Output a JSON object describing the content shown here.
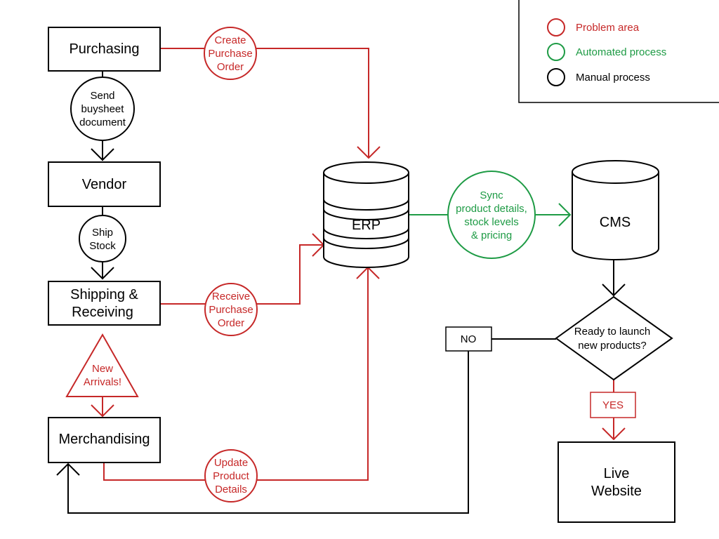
{
  "legend": {
    "problem": {
      "label": "Problem area",
      "color": "#c62828"
    },
    "automated": {
      "label": "Automated process",
      "color": "#1e9b45"
    },
    "manual": {
      "label": "Manual process",
      "color": "#000000"
    }
  },
  "nodes": {
    "purchasing": "Purchasing",
    "vendor": "Vendor",
    "shipping": [
      "Shipping &",
      "Receiving"
    ],
    "merchandising": "Merchandising",
    "erp": "ERP",
    "cms": "CMS",
    "live_website": [
      "Live",
      "Website"
    ],
    "decision": [
      "Ready to launch",
      "new products?"
    ]
  },
  "steps": {
    "send_buysheet": [
      "Send",
      "buysheet",
      "document"
    ],
    "ship_stock": [
      "Ship",
      "Stock"
    ],
    "new_arrivals": [
      "New",
      "Arrivals!"
    ],
    "create_po": [
      "Create",
      "Purchase",
      "Order"
    ],
    "receive_po": [
      "Receive",
      "Purchase",
      "Order"
    ],
    "update_details": [
      "Update",
      "Product",
      "Details"
    ],
    "sync": [
      "Sync",
      "product details,",
      "stock levels",
      "& pricing"
    ]
  },
  "branches": {
    "no": "NO",
    "yes": "YES"
  }
}
